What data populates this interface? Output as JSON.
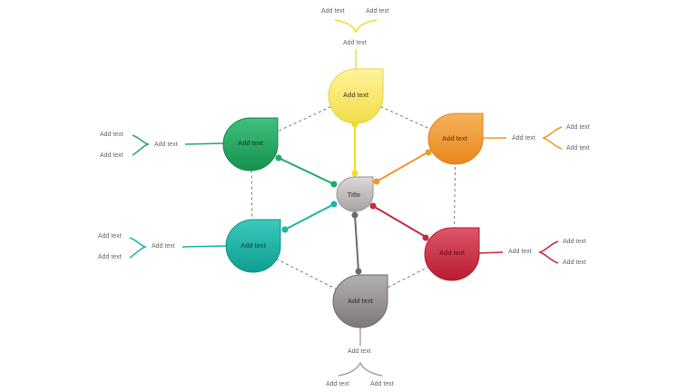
{
  "center": {
    "title": "Title",
    "color": "#b8b3b3"
  },
  "nodes": [
    {
      "id": "yellow",
      "label": "Add text",
      "color": "#f2e35a",
      "branch": {
        "main": "Add text",
        "left": "Add text",
        "right": "Add text"
      }
    },
    {
      "id": "orange",
      "label": "Add text",
      "color": "#ee9a2c",
      "branch": {
        "main": "Add text",
        "top": "Add text",
        "bottom": "Add text"
      }
    },
    {
      "id": "red",
      "label": "Add text",
      "color": "#c8283e",
      "branch": {
        "main": "Add text",
        "top": "Add text",
        "bottom": "Add text"
      }
    },
    {
      "id": "gray",
      "label": "Add text",
      "color": "#8c8888",
      "branch": {
        "main": "Add text",
        "left": "Add text",
        "right": "Add text"
      }
    },
    {
      "id": "teal",
      "label": "Add text",
      "color": "#1db4a8",
      "branch": {
        "main": "Add text",
        "top": "Add text",
        "bottom": "Add text"
      }
    },
    {
      "id": "green",
      "label": "Add text",
      "color": "#20a868",
      "branch": {
        "main": "Add text",
        "top": "Add text",
        "bottom": "Add text"
      }
    }
  ]
}
